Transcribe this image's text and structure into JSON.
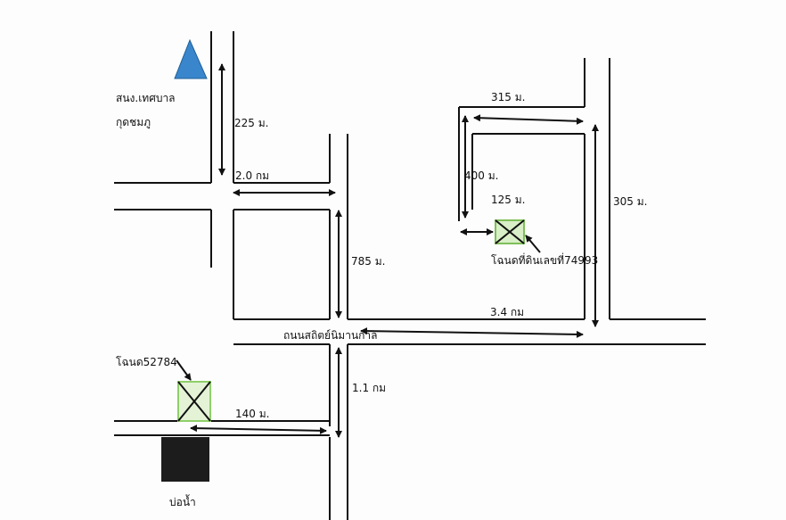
{
  "map": {
    "labels": {
      "office_name_line1": "สนง.เทศบาล",
      "office_name_line2": "กุดชมภู",
      "dist_225": "225 ม.",
      "dist_2_0km": "2.0 กม",
      "dist_785": "785 ม.",
      "road_name": "ถนนสถิตย์นิมานกาล",
      "dist_3_4km": "3.4 กม",
      "dist_315": "315 ม.",
      "dist_400": "400 ม.",
      "dist_125": "125 ม.",
      "dist_305": "305 ม.",
      "deed_74993": "โฉนดที่ดินเลขที่74993",
      "deed_52784": "โฉนด52784",
      "dist_1_1km": "1.1 กม",
      "dist_140": "140 ม.",
      "pond": "บ่อน้ำ"
    },
    "colors": {
      "line": "#111111",
      "office_triangle": "#3a86cc",
      "land_plot_fill": "#9fcf7a",
      "pond_fill": "#1c1c1c"
    },
    "icons": {
      "office": "triangle-icon",
      "land_plot": "crossed-square-icon",
      "pond": "filled-square-icon"
    }
  }
}
